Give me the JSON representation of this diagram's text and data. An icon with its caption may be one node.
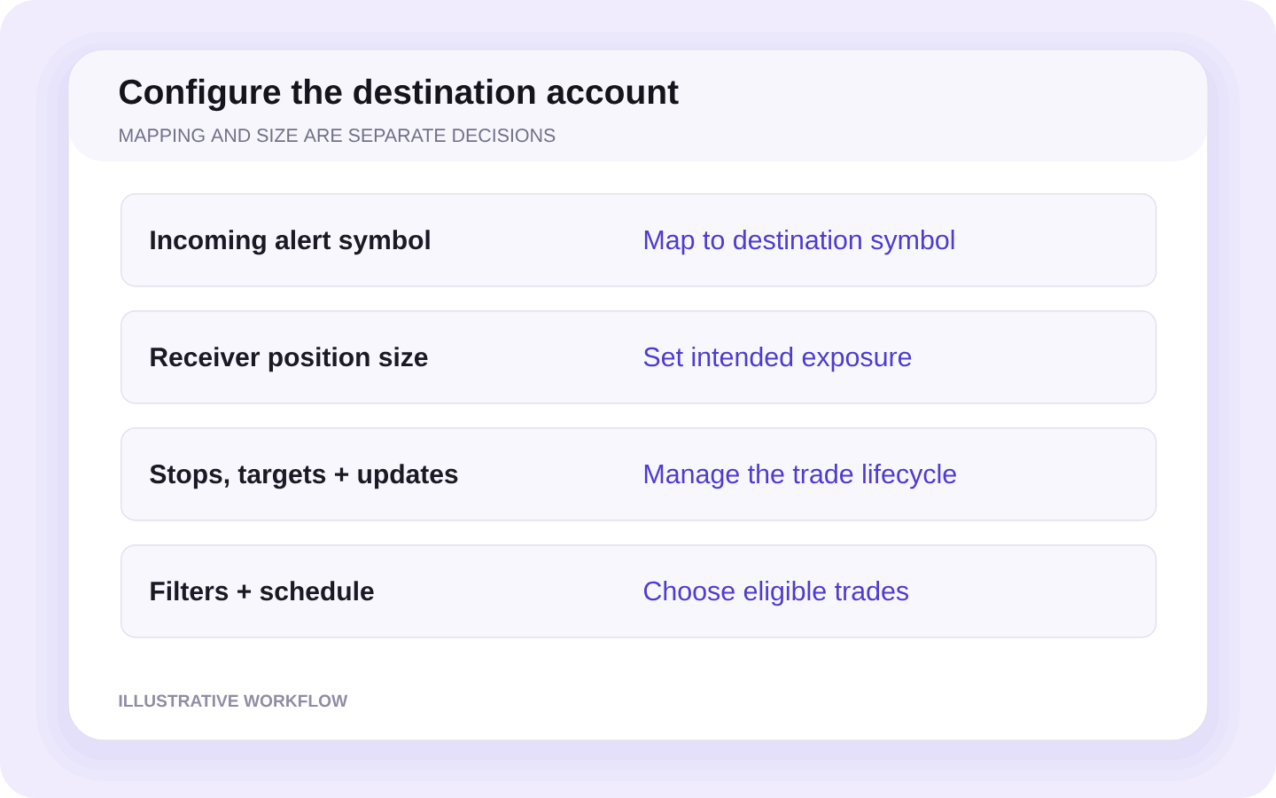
{
  "diagram": {
    "title": "Configure the destination account",
    "nodes": [
      {
        "text": [
          "Incoming alert symbol",
          "Map to destination symbol"
        ]
      },
      {
        "text": [
          "Receiver position size",
          "Set intended exposure"
        ]
      },
      {
        "text": [
          "Stops, targets + updates",
          "Manage the trade lifecycle"
        ]
      },
      {
        "text": [
          "Filters + schedule",
          "Choose eligible trades"
        ]
      }
    ],
    "labels": [
      "MAPPING AND SIZE ARE SEPARATE DECISIONS"
    ],
    "caption": "ILLUSTRATIVE WORKFLOW"
  }
}
